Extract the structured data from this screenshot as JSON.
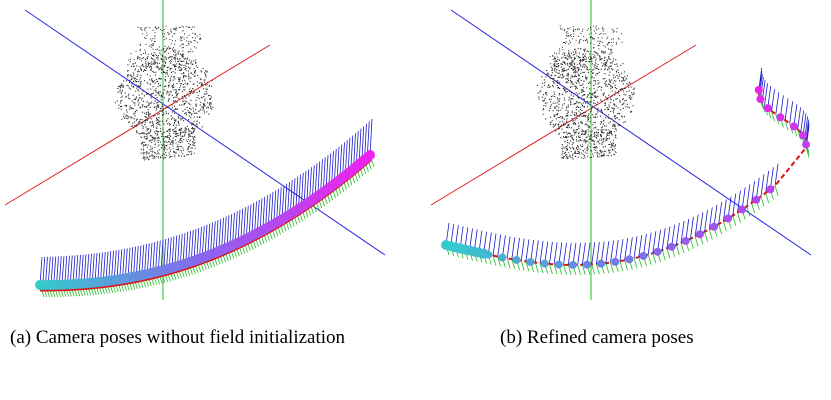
{
  "panels": [
    {
      "id": "a",
      "caption": "(a) Camera poses without field initialization"
    },
    {
      "id": "b",
      "caption": "(b) Refined camera poses"
    }
  ],
  "colors": {
    "axis_x": "#e02020",
    "axis_y": "#20c020",
    "axis_z": "#2a2ae0",
    "point_cloud": "#2a2a2a",
    "pose_trajectory": "#e01010",
    "camera_up": "#1a1ad0",
    "camera_down": "#22bb22",
    "camera_start": "#33cccc",
    "camera_mid": "#8866ee",
    "camera_end": "#ee22ee"
  }
}
